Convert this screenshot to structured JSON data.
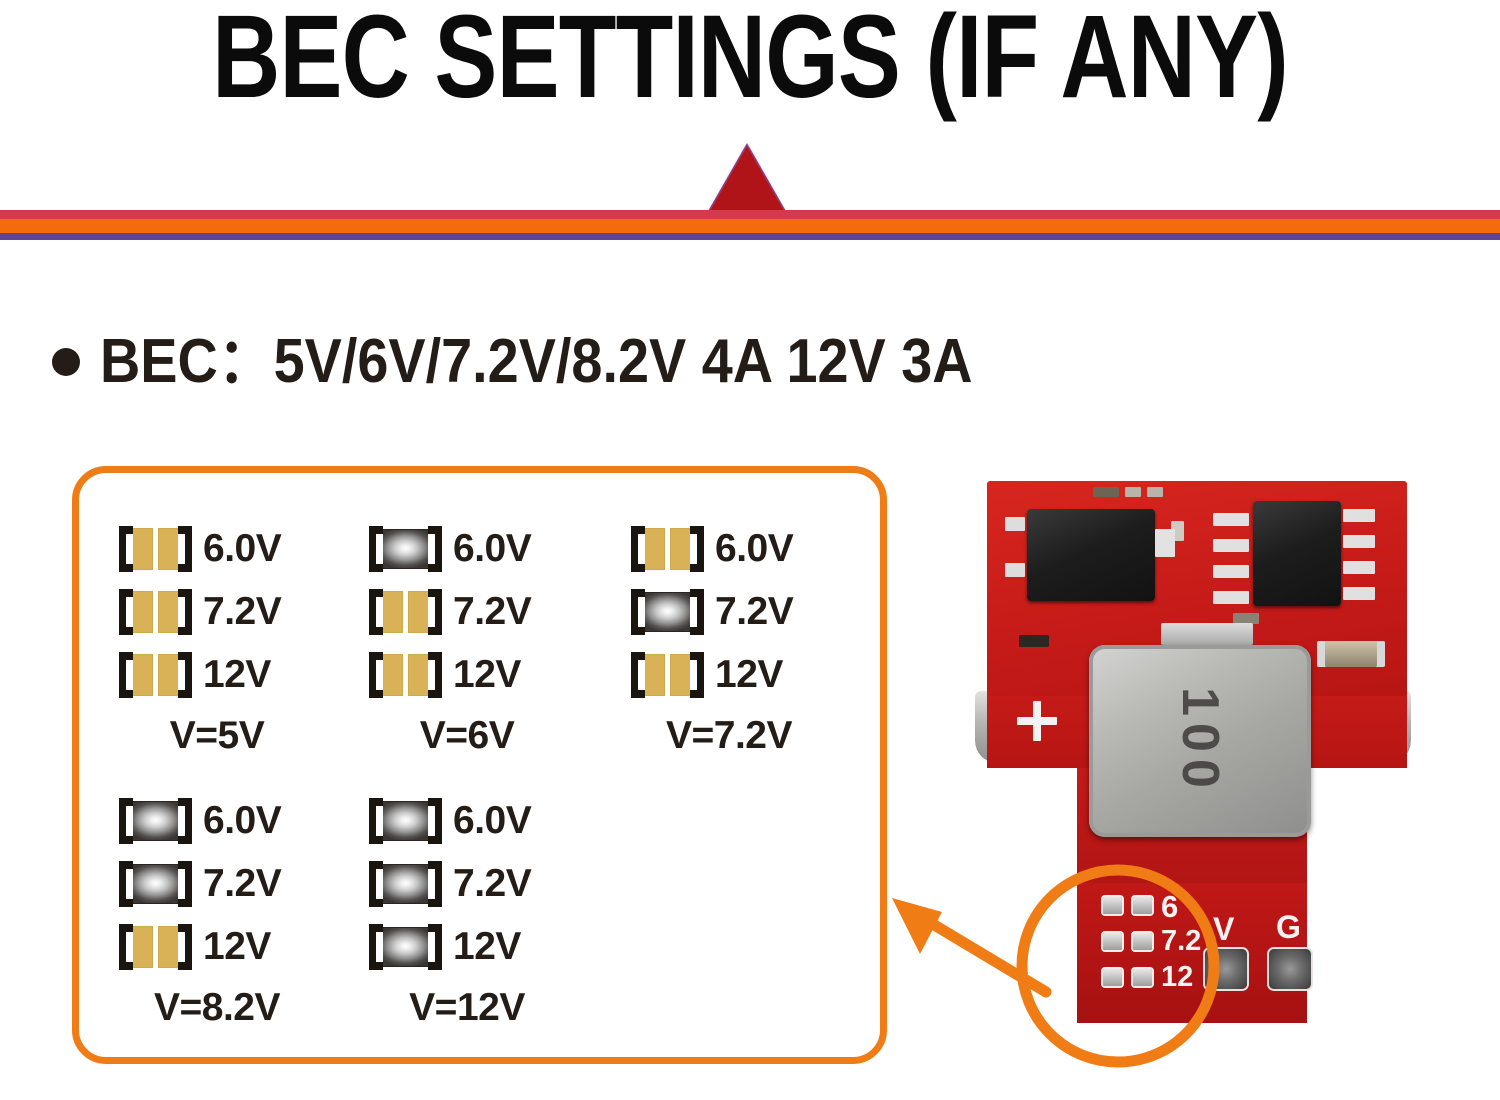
{
  "header": {
    "title": "BEC SETTINGS (IF ANY)",
    "divider": {
      "triangle_color": "#b01418",
      "stripe_crimson": "#d6394e",
      "stripe_orange": "#f56a0c",
      "stripe_purple": "#5b4595"
    }
  },
  "spec": {
    "bullet_icon": "bullet-dot-icon",
    "text": "BEC：5V/6V/7.2V/8.2V 4A   12V 3A"
  },
  "jumper_panel": {
    "border_color": "#f07c16",
    "row_labels": [
      "6.0V",
      "7.2V",
      "12V"
    ],
    "groups": [
      {
        "caption": "V=5V",
        "states": [
          "open",
          "open",
          "open"
        ]
      },
      {
        "caption": "V=6V",
        "states": [
          "shorted",
          "open",
          "open"
        ]
      },
      {
        "caption": "V=7.2V",
        "states": [
          "open",
          "shorted",
          "open"
        ]
      },
      {
        "caption": "V=8.2V",
        "states": [
          "shorted",
          "shorted",
          "open"
        ]
      },
      {
        "caption": "V=12V",
        "states": [
          "shorted",
          "shorted",
          "shorted"
        ]
      }
    ],
    "pad_color": "#d9b257",
    "cap_color": "#8f8f8f"
  },
  "annotation": {
    "arrow_color": "#f07c16",
    "circle_color": "#f07c16",
    "arrow_icon": "arrow-left-icon",
    "circle_icon": "highlight-circle-icon"
  },
  "pcb": {
    "board_color": "#c41a18",
    "inductor_marking": "100",
    "silk_plus": "+",
    "jumper_pad_labels": [
      "6",
      "7.2",
      "12"
    ],
    "terminal_labels": [
      "V",
      "G"
    ]
  }
}
